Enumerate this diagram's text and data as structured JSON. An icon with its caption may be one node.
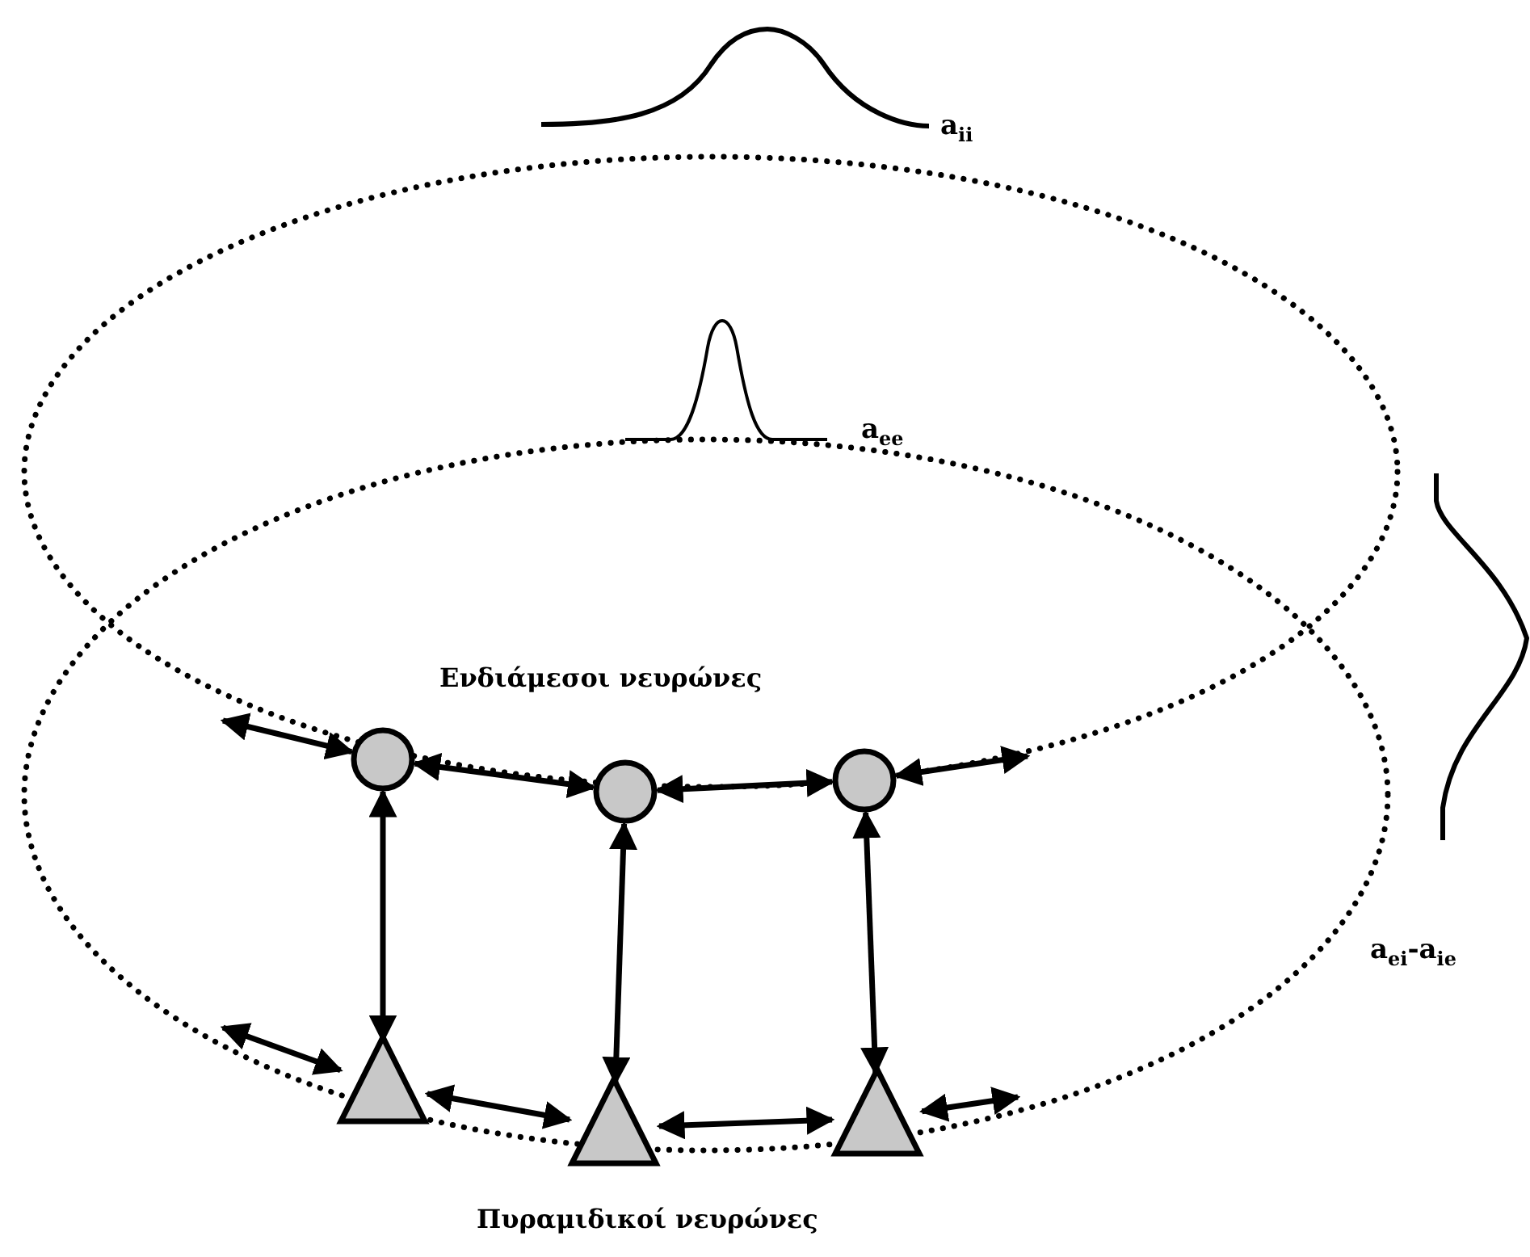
{
  "diagram": {
    "nodes": [
      {
        "text": [],
        "shape": "circle"
      },
      {
        "text": [],
        "shape": "circle"
      },
      {
        "text": [],
        "shape": "circle"
      },
      {
        "text": [],
        "shape": "triangle"
      },
      {
        "text": [],
        "shape": "triangle"
      },
      {
        "text": [],
        "shape": "triangle"
      }
    ],
    "edges": [
      {
        "from": null,
        "to": 0,
        "arrow": "both"
      },
      {
        "from": 0,
        "to": 1,
        "arrow": "both"
      },
      {
        "from": 1,
        "to": 2,
        "arrow": "both"
      },
      {
        "from": 2,
        "to": null,
        "arrow": "both"
      },
      {
        "from": 0,
        "to": 3,
        "arrow": "both"
      },
      {
        "from": 1,
        "to": 4,
        "arrow": "both"
      },
      {
        "from": 2,
        "to": 5,
        "arrow": "both"
      },
      {
        "from": null,
        "to": 3,
        "arrow": "both"
      },
      {
        "from": 3,
        "to": 4,
        "arrow": "both"
      },
      {
        "from": 4,
        "to": 5,
        "arrow": "both"
      },
      {
        "from": 5,
        "to": null,
        "arrow": "both"
      }
    ],
    "labels": [
      "a$_{ii}$",
      "a$_{ee}$",
      "Ενδιάμεσοι νευρώνες",
      "a$_{ei}$-a$_{ie}$",
      "Πυραμιδικοί νευρώνες"
    ]
  }
}
